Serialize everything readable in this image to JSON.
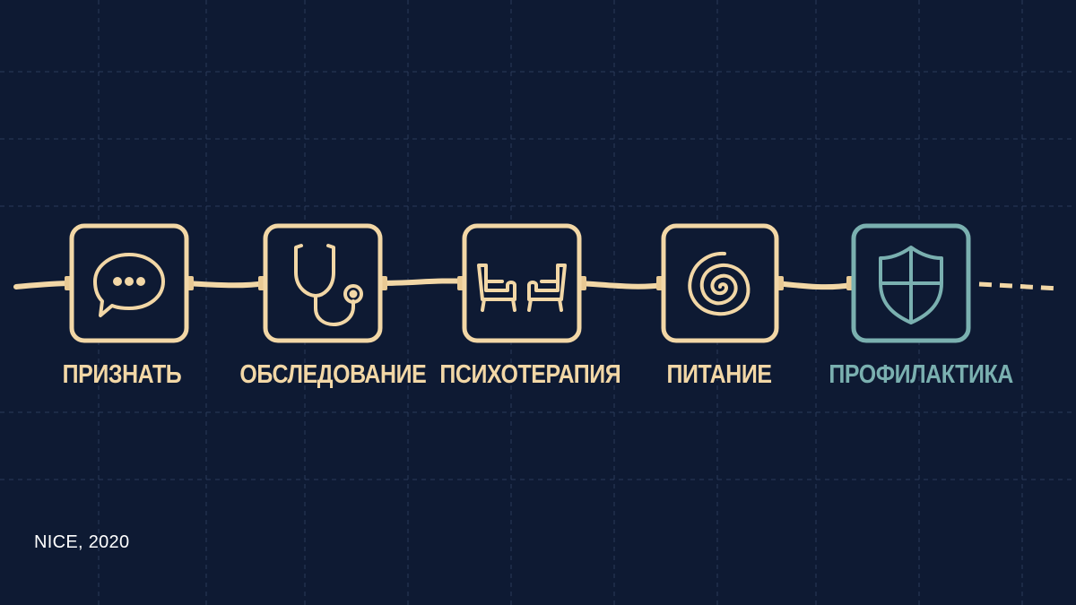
{
  "colors": {
    "background": "#0e1a33",
    "grid": "#2a3a58",
    "accent": "#f2d7a6",
    "highlight": "#7ab0b0"
  },
  "steps": [
    {
      "label": "ПРИЗНАТЬ",
      "icon": "speech-bubble-icon",
      "color": "#f2d7a6"
    },
    {
      "label": "ОБСЛЕДОВАНИЕ",
      "icon": "stethoscope-icon",
      "color": "#f2d7a6"
    },
    {
      "label": "ПСИХОТЕРАПИЯ",
      "icon": "armchairs-icon",
      "color": "#f2d7a6"
    },
    {
      "label": "ПИТАНИЕ",
      "icon": "spiral-icon",
      "color": "#f2d7a6"
    },
    {
      "label": "ПРОФИЛАКТИКА",
      "icon": "shield-icon",
      "color": "#7ab0b0"
    }
  ],
  "source": "NICE, 2020"
}
